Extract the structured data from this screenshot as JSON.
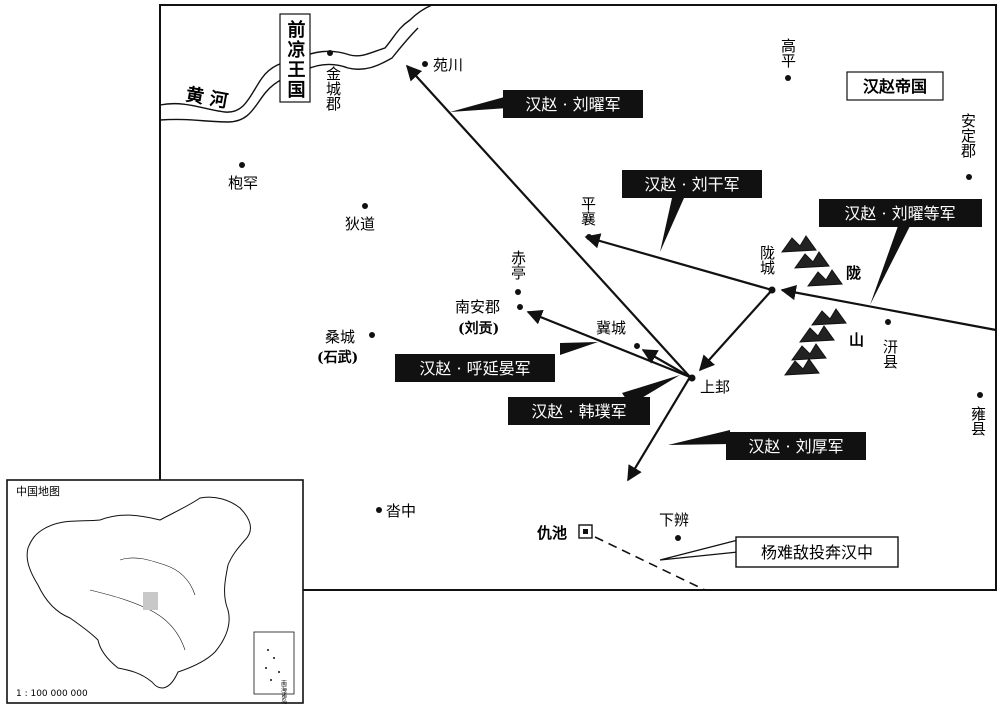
{
  "map": {
    "region_label": "汉赵帝国",
    "neighbor_label": "前凉王国",
    "river_label": "黄 河",
    "mountain_label": "陇 山"
  },
  "places": {
    "wanchuan": "苑川",
    "jincheng": "金城郡",
    "gaoping": "高平",
    "anding": "安定郡",
    "baohan": "枹罕",
    "didao": "狄道",
    "pingxiang": "平襄",
    "chiting": "赤亭",
    "nananjun": "南安郡",
    "nananjun_note": "(刘贡)",
    "longcheng": "陇城",
    "jicheng": "冀城",
    "shanggui": "上邽",
    "qianxian": "汧县",
    "yongxian": "雍县",
    "sangcheng": "桑城",
    "sangcheng_note": "(石武)",
    "tazhong": "沓中",
    "xiabian": "下辨",
    "chouchi": "仇池"
  },
  "armies": [
    "汉赵 · 刘曜军",
    "汉赵 · 刘干军",
    "汉赵 · 刘曜等军",
    "汉赵 · 呼延晏军",
    "汉赵 · 韩璞军",
    "汉赵 · 刘厚军"
  ],
  "event_label": "杨难敌投奔汉中",
  "inset": {
    "title": "中国地图",
    "scale": "1 : 100 000 000",
    "south_sea_label": "南海诸岛"
  },
  "colors": {
    "ink": "#111111",
    "army_box": "#111111",
    "army_text": "#ffffff",
    "highlight": "#c8c8c8"
  }
}
